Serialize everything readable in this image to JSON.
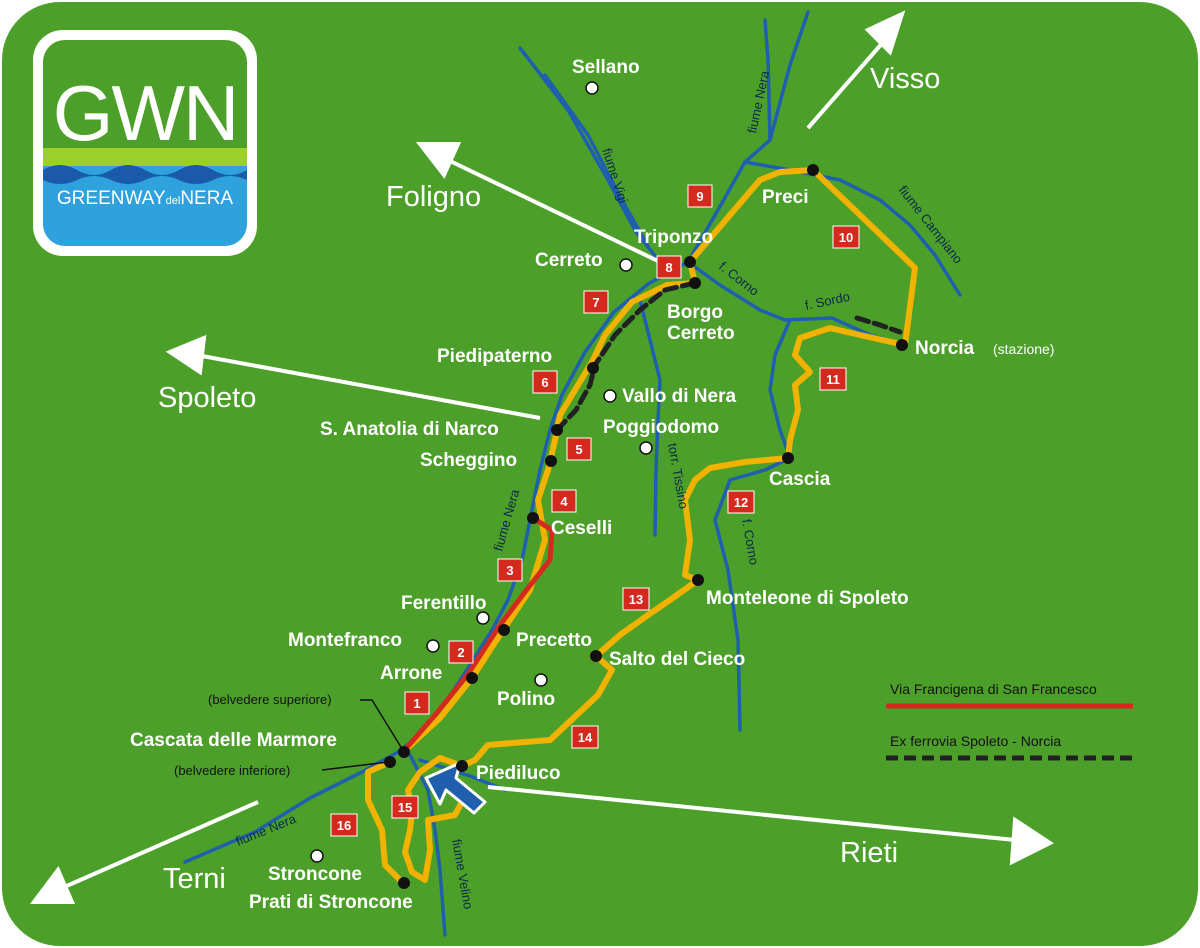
{
  "logo": {
    "text": "GWN",
    "subtitle_main": "GREENWAY",
    "subtitle_small": "del",
    "subtitle_end": "NERA"
  },
  "colors": {
    "background": "#4ca02a",
    "river": "#1f5fae",
    "route": "#f2b200",
    "francigena": "#d42a1e",
    "railway": "#222222",
    "stage_box": "#d42a1e"
  },
  "directions": {
    "visso": "Visso",
    "foligno": "Foligno",
    "spoleto": "Spoleto",
    "terni": "Terni",
    "rieti": "Rieti"
  },
  "places": {
    "sellano": "Sellano",
    "preci": "Preci",
    "triponzo": "Triponzo",
    "cerreto": "Cerreto",
    "borgo_cerreto_1": "Borgo",
    "borgo_cerreto_2": "Cerreto",
    "piedipaterno": "Piedipaterno",
    "vallo_di_nera": "Vallo di Nera",
    "s_anatolia": "S. Anatolia di Narco",
    "poggiodomo": "Poggiodomo",
    "scheggino": "Scheggino",
    "norcia": "Norcia",
    "norcia_note": "(stazione)",
    "cascia": "Cascia",
    "ceselli": "Ceselli",
    "monteleone": "Monteleone di Spoleto",
    "ferentillo": "Ferentillo",
    "montefranco": "Montefranco",
    "precetto": "Precetto",
    "arrone": "Arrone",
    "salto_del_cieco": "Salto del Cieco",
    "polino": "Polino",
    "belvedere_sup": "(belvedere superiore)",
    "cascata": "Cascata delle Marmore",
    "belvedere_inf": "(belvedere inferiore)",
    "piediluco": "Piediluco",
    "stroncone": "Stroncone",
    "prati_di_stroncone": "Prati di Stroncone"
  },
  "rivers": {
    "nera_top": "fiume Nera",
    "vigi": "fiume Vigi",
    "campiano": "fiume Campiano",
    "corno_top": "f. Corno",
    "sordo": "f. Sordo",
    "tissino": "torr. Tissino",
    "nera_mid": "fiume Nera",
    "corno_mid": "f. Corno",
    "nera_bottom": "fiume Nera",
    "velino": "fiume Velino"
  },
  "stages": [
    "1",
    "2",
    "3",
    "4",
    "5",
    "6",
    "7",
    "8",
    "9",
    "10",
    "11",
    "12",
    "13",
    "14",
    "15",
    "16"
  ],
  "legend": {
    "francigena": "Via Francigena di San Francesco",
    "railway": "Ex ferrovia Spoleto - Norcia"
  }
}
